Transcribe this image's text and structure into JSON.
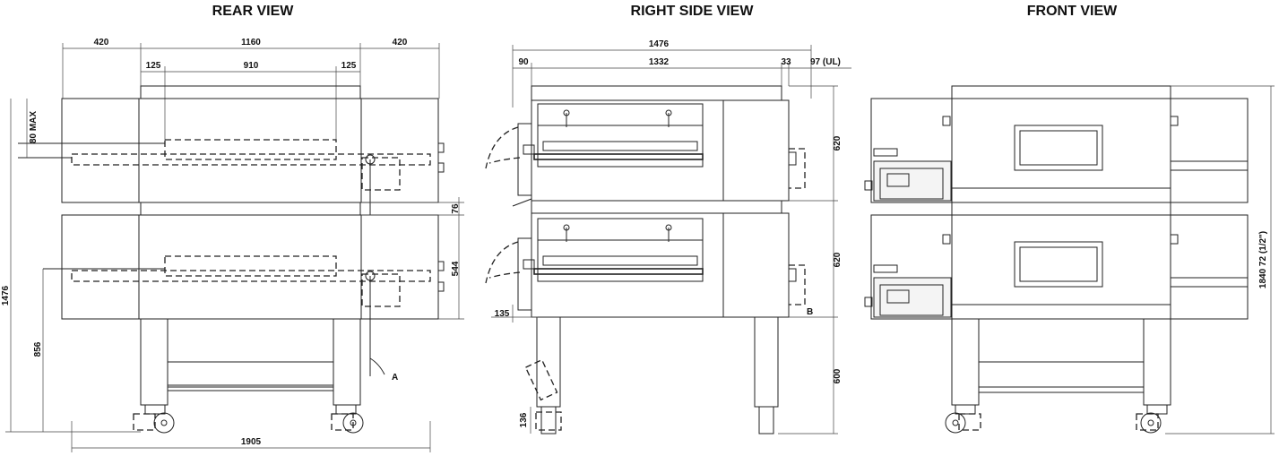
{
  "views": {
    "rear_title": "REAR VIEW",
    "side_title": "RIGHT SIDE VIEW",
    "front_title": "FRONT VIEW"
  },
  "rear_dims": {
    "left_w": "420",
    "center_w": "1160",
    "right_w": "420",
    "inset_l": "125",
    "inset_c": "910",
    "inset_r": "125",
    "top_max": "80 MAX",
    "gap": "76",
    "oven_h": "544",
    "total_h": "1476",
    "belt_h": "856",
    "base_w": "1905",
    "label_a": "A"
  },
  "side_dims": {
    "total_w": "1476",
    "left": "90",
    "middle": "1332",
    "right": "33",
    "ul": "97 (UL)",
    "upper": "620",
    "lower": "620",
    "leg": "600",
    "bottom_135": "135",
    "wheel": "136",
    "label_b": "B"
  },
  "front_dims": {
    "total_h": "1840 72 (1/2\")"
  }
}
